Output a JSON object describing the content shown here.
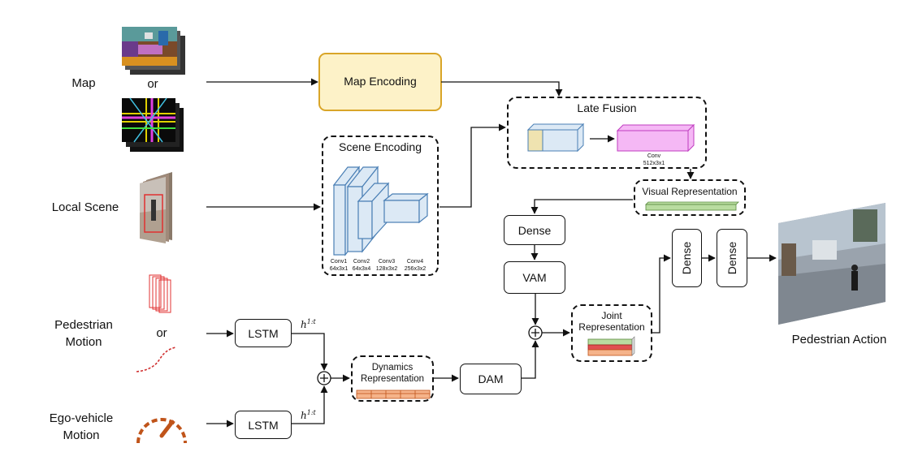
{
  "inputs": {
    "map": "Map",
    "map_or": "or",
    "local_scene": "Local Scene",
    "pedestrian_motion": "Pedestrian\nMotion",
    "ped_or": "or",
    "ego_motion": "Ego-vehicle\nMotion"
  },
  "modules": {
    "map_encoding": "Map Encoding",
    "scene_encoding": "Scene Encoding",
    "late_fusion": "Late Fusion",
    "visual_representation": "Visual Representation",
    "dense_1": "Dense",
    "vam": "VAM",
    "lstm_1": "LSTM",
    "lstm_2": "LSTM",
    "dynamics_representation": "Dynamics\nRepresentation",
    "dam": "DAM",
    "joint_representation": "Joint\nRepresentation",
    "dense_2": "Dense",
    "dense_3": "Dense"
  },
  "conv_layers": [
    {
      "name": "Conv1",
      "size": "64x3x1"
    },
    {
      "name": "Conv2",
      "size": "64x3x4"
    },
    {
      "name": "Conv3",
      "size": "128x3x2"
    },
    {
      "name": "Conv4",
      "size": "256x3x2"
    }
  ],
  "fusion_conv": {
    "name": "Conv",
    "size": "512x3x1"
  },
  "hidden_state": {
    "base": "h",
    "sup": "1:t"
  },
  "output": {
    "label": "Pedestrian Action"
  },
  "colors": {
    "map_encoding_fill": "#fdf2c8",
    "map_encoding_border": "#d9a528",
    "block_blue": "#dce9f5",
    "block_blue_border": "#4a7fb5",
    "block_tan": "#efe3b0",
    "block_magenta": "#f5b8f5",
    "block_magenta_border": "#c03dc0",
    "bar_green": "#b9dca0",
    "bar_orange": "#f5b38a",
    "bar_red": "#e05050",
    "arrow": "#111111"
  }
}
